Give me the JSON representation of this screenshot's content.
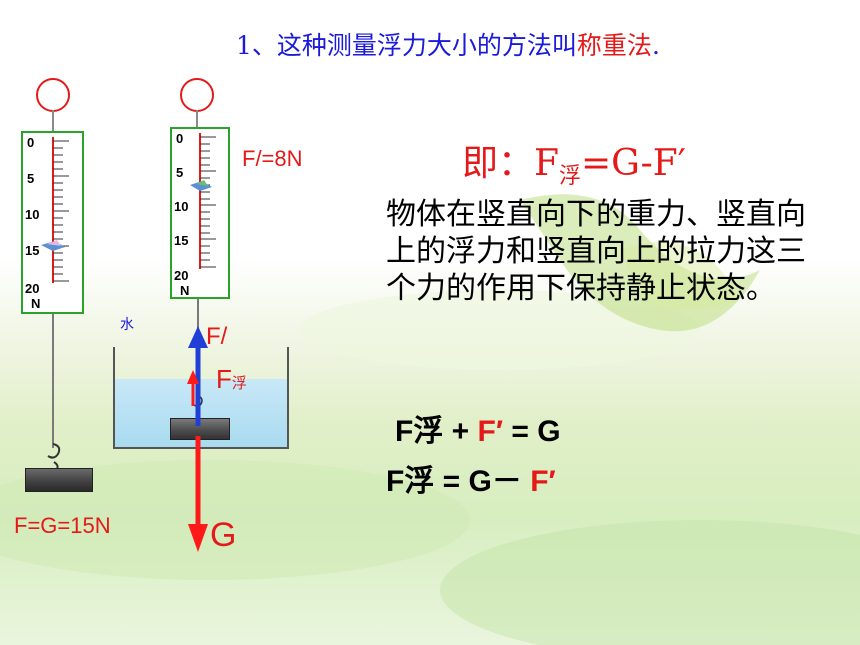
{
  "title": {
    "prefix": "1、这种测量浮力大小的方法叫",
    "highlight": "称重法",
    "suffix": "."
  },
  "left_scale": {
    "ticks": [
      "0",
      "5",
      "10",
      "15",
      "20"
    ],
    "unit": "N",
    "reading_label": "F=G=15N"
  },
  "right_scale": {
    "ticks": [
      "0",
      "5",
      "10",
      "15",
      "20"
    ],
    "unit": "N",
    "reading_label": "F/=8N"
  },
  "water_label": "水",
  "force_labels": {
    "pull": "F/",
    "buoyancy_letter": "F",
    "buoyancy_sub": "浮",
    "gravity": "G"
  },
  "formula": {
    "prefix": "即：F",
    "sub": "浮",
    "suffix": "=G-F′"
  },
  "description": "物体在竖直向下的重力、竖直向上的浮力和竖直向上的拉力这三个力的作用下保持静止状态。",
  "equation1": {
    "part1": "F浮 +  ",
    "part2": "F′",
    "part3": " = G"
  },
  "equation2": {
    "part1": "F浮 = G－ ",
    "part2": "F′"
  },
  "colors": {
    "title_blue": "#1a1ad8",
    "accent_red": "#e41a1a",
    "scale_border": "#2aa32a",
    "arrow_blue": "#1f3fd6",
    "water": "#bfe4f5"
  }
}
